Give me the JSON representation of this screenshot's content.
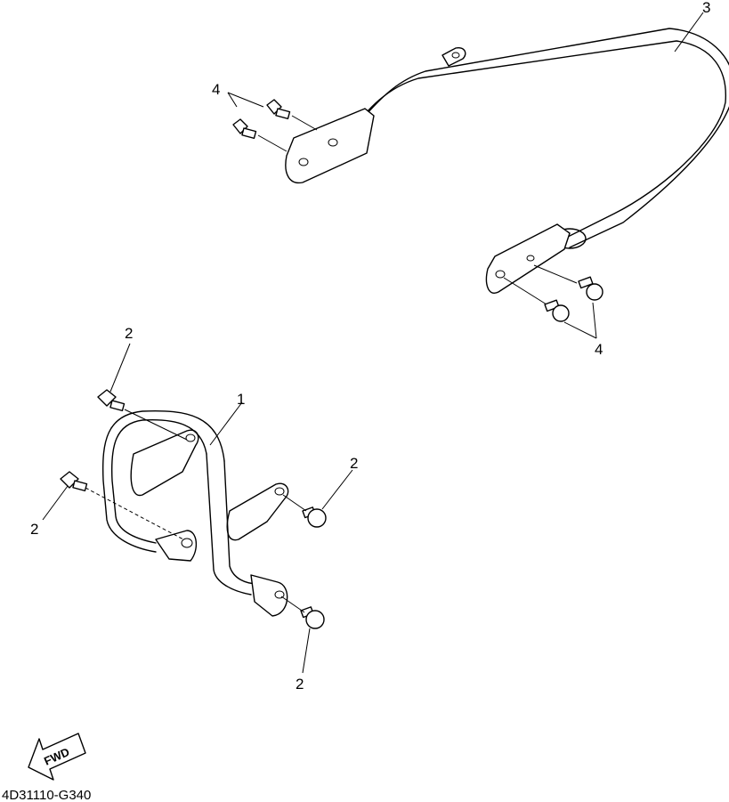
{
  "callouts": {
    "rear_carrier": "3",
    "bolt_rear_top": "4",
    "bolt_rear_bottom": "4",
    "front_carrier": "1",
    "bolt_front_top": "2",
    "bolt_front_right": "2",
    "bolt_front_left": "2",
    "bolt_front_bottom": "2"
  },
  "fwd_label": "FWD",
  "diagram_code": "4D31110-G340"
}
